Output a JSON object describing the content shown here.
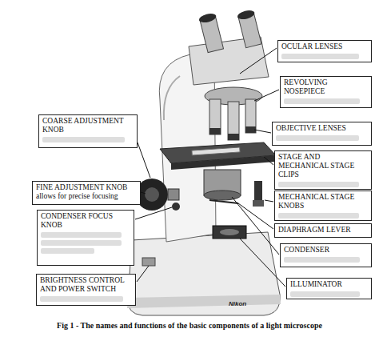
{
  "diagram": {
    "caption": "Fig 1 - The names and functions of the basic components of a light microscope",
    "nodes": [
      {
        "text": [
          "OCULAR LENSES"
        ]
      },
      {
        "text": [
          "REVOLVING NOSEPIECE"
        ]
      },
      {
        "text": [
          "COARSE ADJUSTMENT KNOB"
        ]
      },
      {
        "text": [
          "OBJECTIVE LENSES"
        ]
      },
      {
        "text": [
          "STAGE AND MECHANICAL STAGE CLIPS"
        ]
      },
      {
        "text": [
          "FINE ADJUSTMENT KNOB",
          "allows for precise focusing"
        ]
      },
      {
        "text": [
          "CONDENSER FOCUS KNOB"
        ]
      },
      {
        "text": [
          "MECHANICAL STAGE KNOBS"
        ]
      },
      {
        "text": [
          "DIAPHRAGM LEVER"
        ]
      },
      {
        "text": [
          "CONDENSER"
        ]
      },
      {
        "text": [
          "BRIGHTNESS CONTROL AND POWER SWITCH"
        ]
      },
      {
        "text": [
          "ILLUMINATOR"
        ]
      }
    ],
    "labels": [
      "Nikon"
    ]
  }
}
